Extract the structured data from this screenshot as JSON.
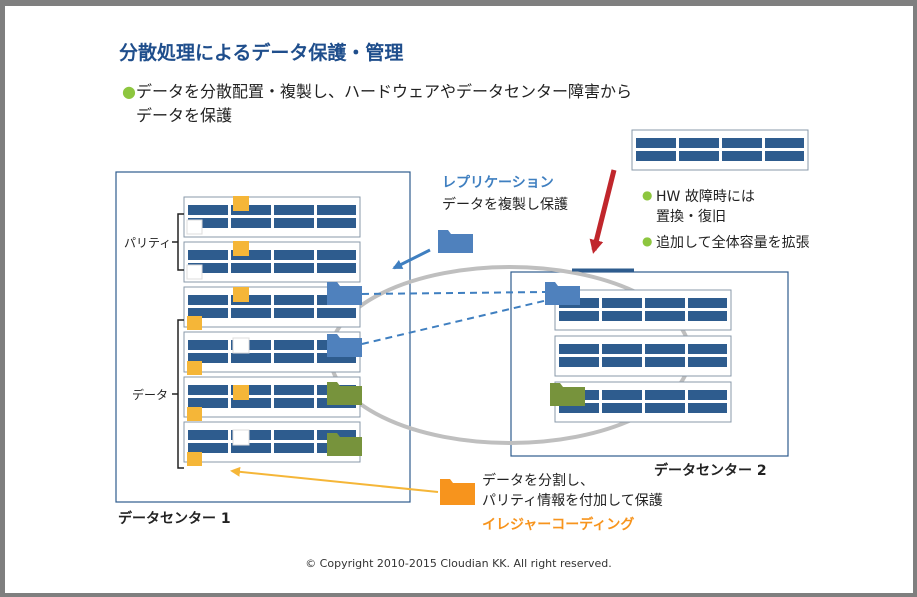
{
  "title": "分散処理によるデータ保護・管理",
  "bullet_lines": [
    "データを分散配置・複製し、ハードウェアやデータセンター障害から",
    "データを保護"
  ],
  "labels": {
    "parity": "パリティ",
    "data": "データ",
    "dc1": "データセンター 1",
    "dc2": "データセンター 2",
    "replication_title": "レプリケーション",
    "replication_desc": "データを複製し保護",
    "hw_fail_1": "HW 故障時には",
    "hw_fail_2": "置換・復旧",
    "expand": "追加して全体容量を拡張",
    "erasure_desc_1": "データを分割し、",
    "erasure_desc_2": "パリティ情報を付加して保護",
    "erasure_title": "イレジャーコーディング"
  },
  "copyright": "© Copyright 2010-2015 Cloudian KK. All right reserved.",
  "colors": {
    "title_blue": "#1f4e8c",
    "server_blue": "#2e5c8e",
    "accent_blue": "#3f7fc0",
    "folder_blue": "#4f81bd",
    "folder_green": "#77933c",
    "folder_orange": "#f7941d",
    "chunk_yellow": "#f5b638",
    "arrow_red": "#c0262c",
    "bullet_green": "#8dc63f"
  }
}
